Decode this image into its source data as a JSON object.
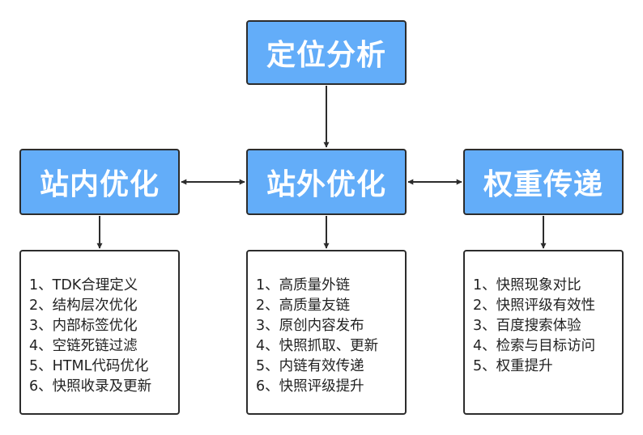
{
  "nodes": {
    "top": "定位分析",
    "left": "站内优化",
    "center": "站外优化",
    "right": "权重传递"
  },
  "lists": {
    "left": [
      "1、TDK合理定义",
      "2、结构层次优化",
      "3、内部标签优化",
      "4、空链死链过滤",
      "5、HTML代码优化",
      "6、快照收录及更新"
    ],
    "center": [
      "1、高质量外链",
      "2、高质量友链",
      "3、原创内容发布",
      "4、快照抓取、更新",
      "5、内链有效传递",
      "6、快照评级提升"
    ],
    "right": [
      "1、快照现象对比",
      "2、快照评级有效性",
      "3、百度搜索体验",
      "4、检索与目标访问",
      "5、权重提升"
    ]
  },
  "colors": {
    "node_fill": "#63adf9",
    "border": "#2c2c2c",
    "node_text": "#ffffff",
    "list_text": "#222222"
  }
}
